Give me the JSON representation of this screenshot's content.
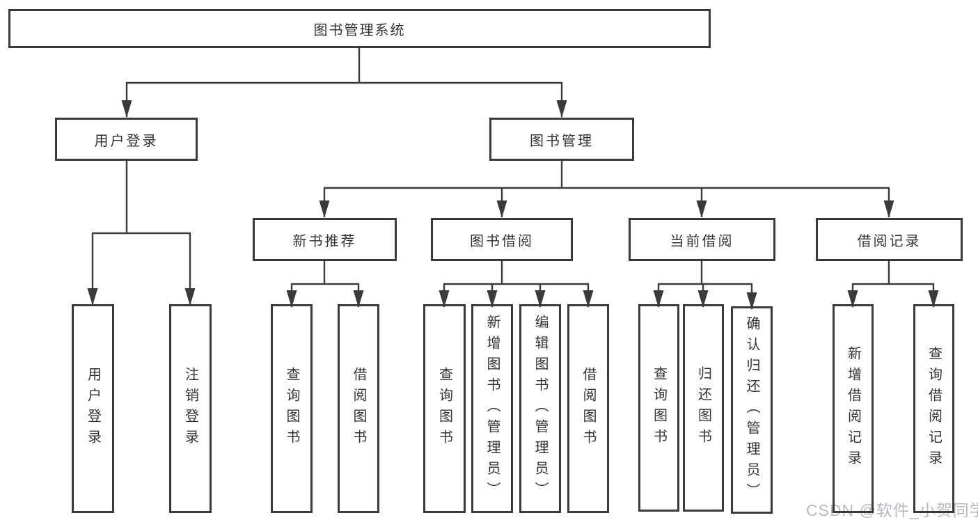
{
  "nodes": {
    "root": "图书管理系统",
    "user_login": "用户登录",
    "book_mgmt": "图书管理",
    "new_book_rec": "新书推荐",
    "book_borrow": "图书借阅",
    "current_borrow": "当前借阅",
    "borrow_record": "借阅记录",
    "login_leaf": "用户登录",
    "logout_leaf": "注销登录",
    "rec_query": "查询图书",
    "rec_borrow": "借阅图书",
    "bb_query": "查询图书",
    "bb_add": "新增图书（管理员）",
    "bb_edit": "编辑图书（管理员）",
    "bb_borrow": "借阅图书",
    "cb_query": "查询图书",
    "cb_return": "归还图书",
    "cb_confirm": "确认归还（管理员）",
    "br_add": "新增借阅记录",
    "br_query": "查询借阅记录"
  },
  "watermark": "CSDN @软件_小贺同学",
  "colors": {
    "line": "#3b3b3b",
    "box_border": "#3a3a3a",
    "text": "#333333",
    "watermark": "#b4bac0",
    "background": "#ffffff"
  }
}
